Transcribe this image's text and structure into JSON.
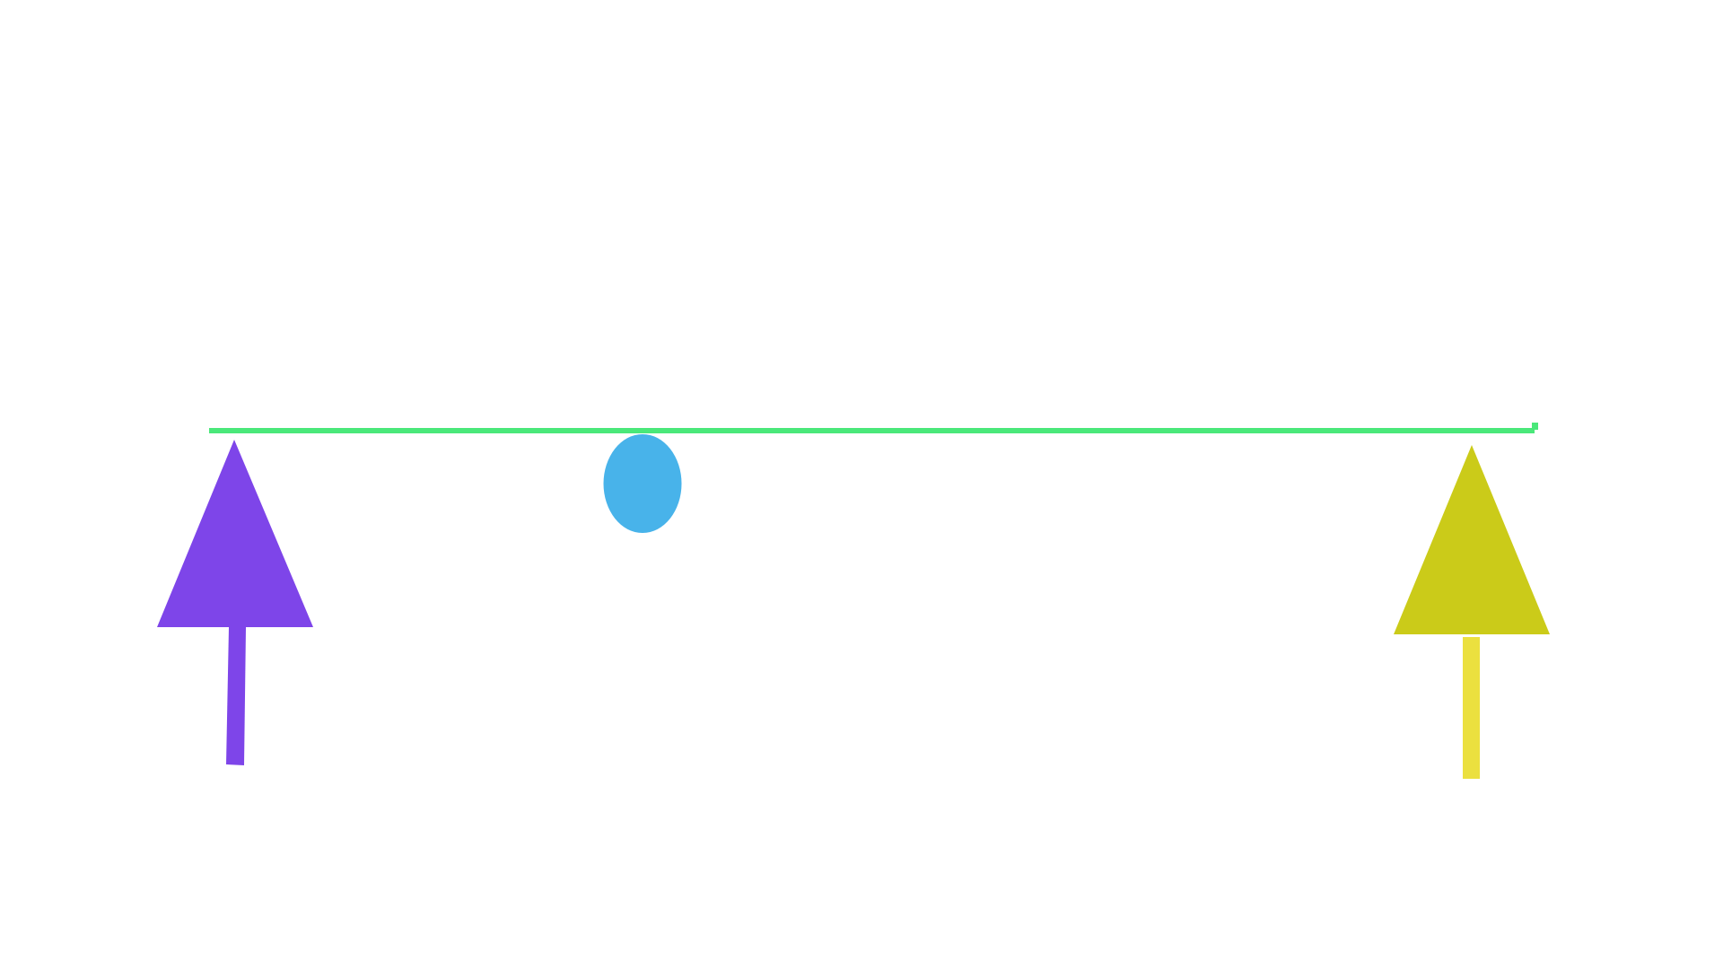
{
  "colors": {
    "background": "#ffffff",
    "beam": "#4ae87a",
    "left_arrow": "#7e45e9",
    "ball": "#48b3ea",
    "right_arrow_head": "#cbcb19",
    "right_arrow_stem": "#ebe03f"
  },
  "shapes": [
    "beam-line",
    "left-up-arrow",
    "ball",
    "right-up-arrow"
  ]
}
